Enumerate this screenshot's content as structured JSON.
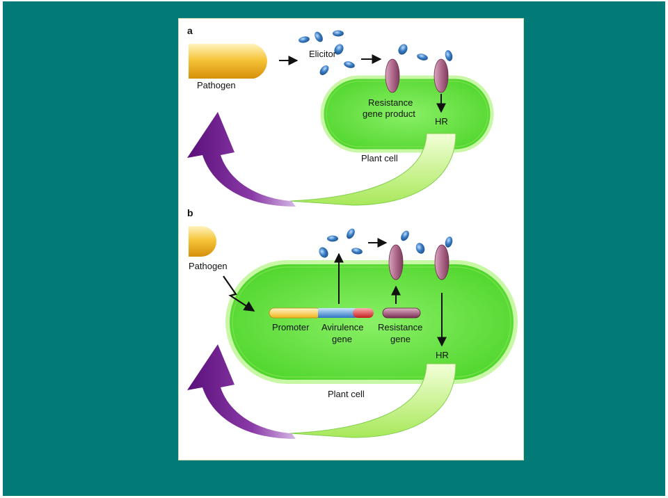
{
  "figure": {
    "panel_a": {
      "letter": "a",
      "pathogen": "Pathogen",
      "elicitor": "Elicitor",
      "resistance_line1": "Resistance",
      "resistance_line2": "gene product",
      "hr": "HR",
      "plant_cell": "Plant cell"
    },
    "panel_b": {
      "letter": "b",
      "pathogen": "Pathogen",
      "promoter": "Promoter",
      "avirulence_line1": "Avirulence",
      "avirulence_line2": "gene",
      "resistance_line1": "Resistance",
      "resistance_line2": "gene",
      "hr": "HR",
      "plant_cell": "Plant cell"
    }
  },
  "colors": {
    "background": "#027a78",
    "cell_fill": "#5fe03c",
    "cell_membrane": "#c8f7a6",
    "pathogen": "#f2b01c",
    "receptor": "#b06a8c",
    "elicitor": "#2f6fb6",
    "resistance_arrow": "#6a1b8c",
    "hr_arrow": "#b8f070"
  }
}
